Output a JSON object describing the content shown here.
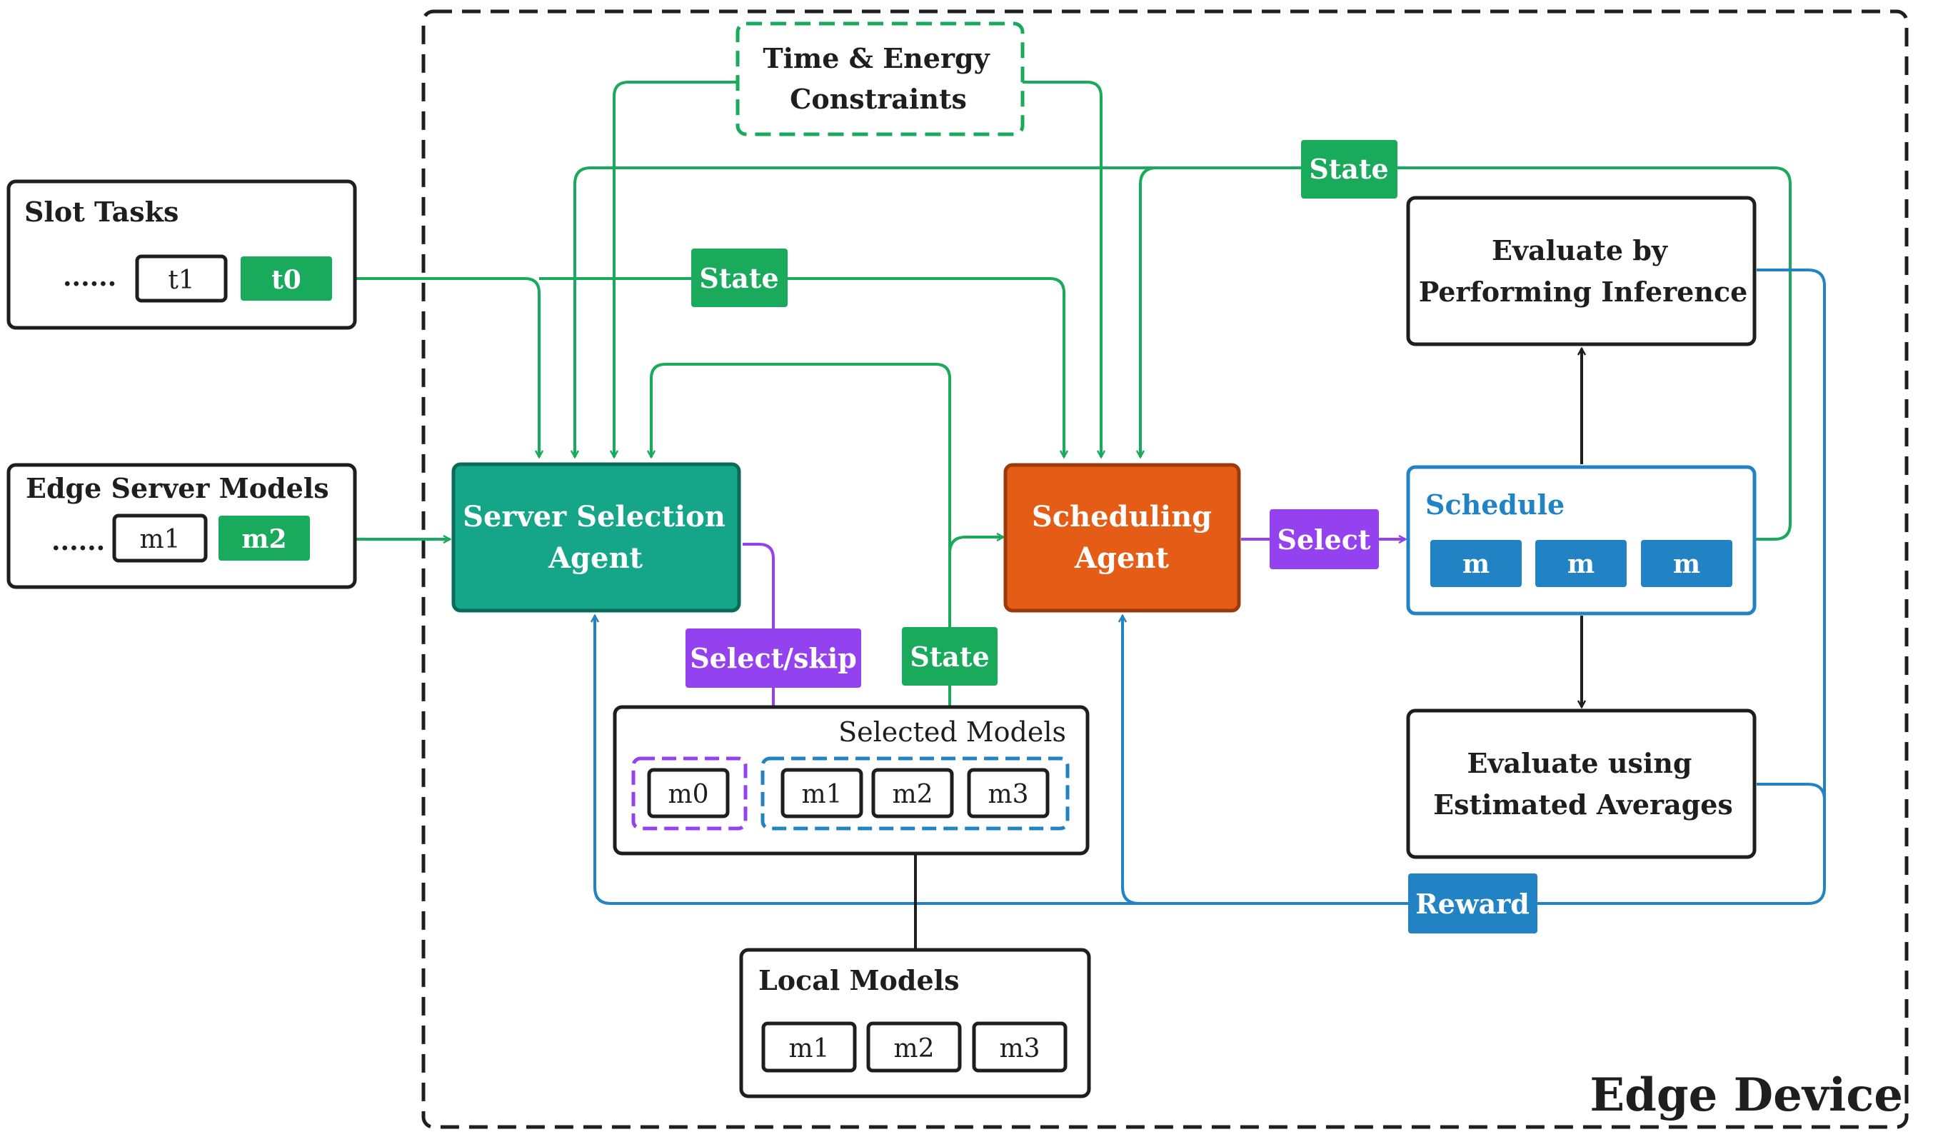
{
  "container_label": "Edge Device",
  "constraints": {
    "line1": "Time & Energy",
    "line2": "Constraints"
  },
  "slot_tasks": {
    "title": "Slot Tasks",
    "ellipsis": "......",
    "items": [
      "t1",
      "t0"
    ]
  },
  "edge_server_models": {
    "title": "Edge Server Models",
    "ellipsis": "......",
    "items": [
      "m1",
      "m2"
    ]
  },
  "server_agent": {
    "line1": "Server Selection",
    "line2": "Agent"
  },
  "scheduling_agent": {
    "line1": "Scheduling",
    "line2": "Agent"
  },
  "labels": {
    "state_top": "State",
    "state_mid": "State",
    "state_low": "State",
    "select": "Select",
    "select_skip": "Select/skip",
    "reward": "Reward"
  },
  "schedule": {
    "title": "Schedule",
    "items": [
      "m",
      "m",
      "m"
    ]
  },
  "evaluate_inference": {
    "line1": "Evaluate by",
    "line2": "Performing Inference"
  },
  "evaluate_averages": {
    "line1": "Evaluate using",
    "line2": "Estimated Averages"
  },
  "selected_models": {
    "title": "Selected Models",
    "skip_item": "m0",
    "items": [
      "m1",
      "m2",
      "m3"
    ]
  },
  "local_models": {
    "title": "Local Models",
    "items": [
      "m1",
      "m2",
      "m3"
    ]
  },
  "colors": {
    "green": "#1aaa5b",
    "teal": "#15a589",
    "orange": "#e45c16",
    "purple": "#9441f0",
    "blue": "#2183c4",
    "dark": "#1e1e1e"
  }
}
